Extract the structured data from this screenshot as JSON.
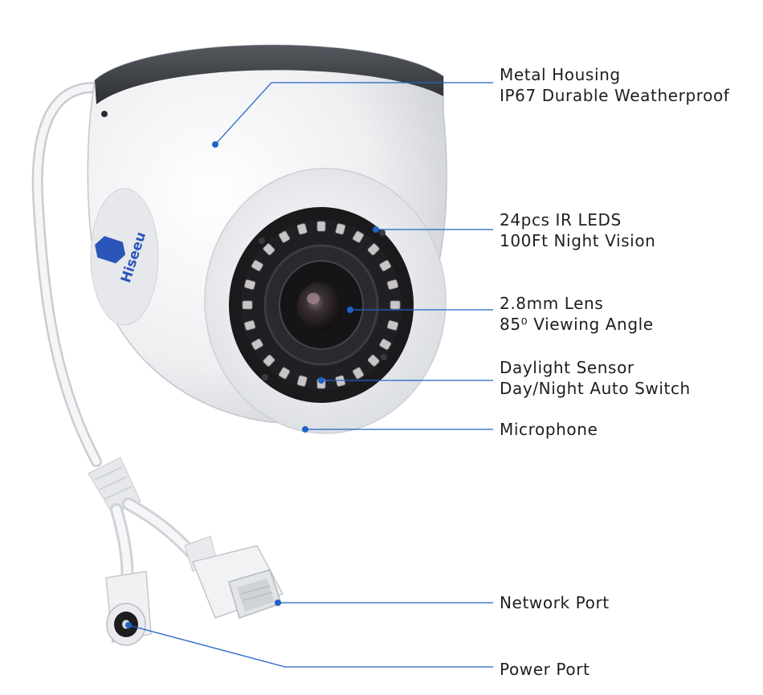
{
  "brand": {
    "logo_text": "Hiseeu"
  },
  "callouts": [
    {
      "id": "metal-housing",
      "line1": "Metal Housing",
      "line2": "IP67 Durable Weatherproof"
    },
    {
      "id": "ir-leds",
      "line1": "24pcs IR LEDS",
      "line2": "100Ft Night Vision"
    },
    {
      "id": "lens",
      "line1": "2.8mm Lens",
      "line2": "85⁰ Viewing Angle"
    },
    {
      "id": "daylight-sensor",
      "line1": "Daylight Sensor",
      "line2": "Day/Night Auto Switch"
    },
    {
      "id": "microphone",
      "line1": "Microphone"
    },
    {
      "id": "network-port",
      "line1": "Network Port"
    },
    {
      "id": "power-port",
      "line1": "Power Port"
    }
  ],
  "colors": {
    "leader": "#1f63c6",
    "text": "#1e1e1e",
    "housing_top": "#3b3e43",
    "housing_body": "#f1f2f4"
  }
}
